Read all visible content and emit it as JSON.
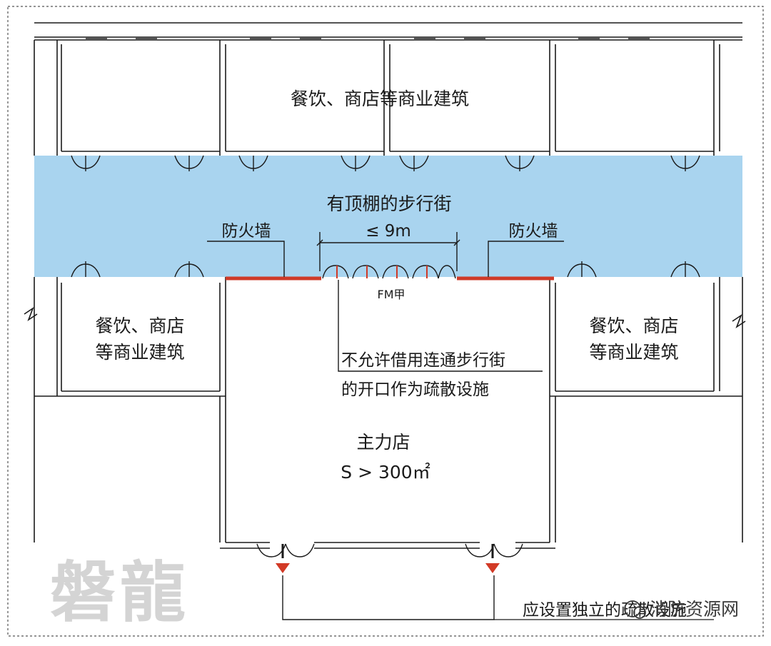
{
  "diagram": {
    "labels": {
      "top_building": "餐饮、商店等商业建筑",
      "street": "有顶棚的步行街",
      "firewall_left": "防火墙",
      "firewall_right": "防火墙",
      "dimension": "≤ 9m",
      "fire_door": "FM甲",
      "left_building_line1": "餐饮、商店",
      "left_building_line2": "等商业建筑",
      "right_building_line1": "餐饮、商店",
      "right_building_line2": "等商业建筑",
      "note_line1": "不允许借用连通步行街",
      "note_line2": "的开口作为疏散设施",
      "anchor_store": "主力店",
      "anchor_area": "S > 300㎡",
      "exit_note": "应设置独立的疏散设施"
    },
    "watermark": "磐龍",
    "watermark_source": "消防资源网",
    "colors": {
      "street_fill": "#a9d4ef",
      "firewall": "#cf3a28",
      "exit_marker": "#d23a26",
      "lines": "#1a1a1a"
    }
  }
}
